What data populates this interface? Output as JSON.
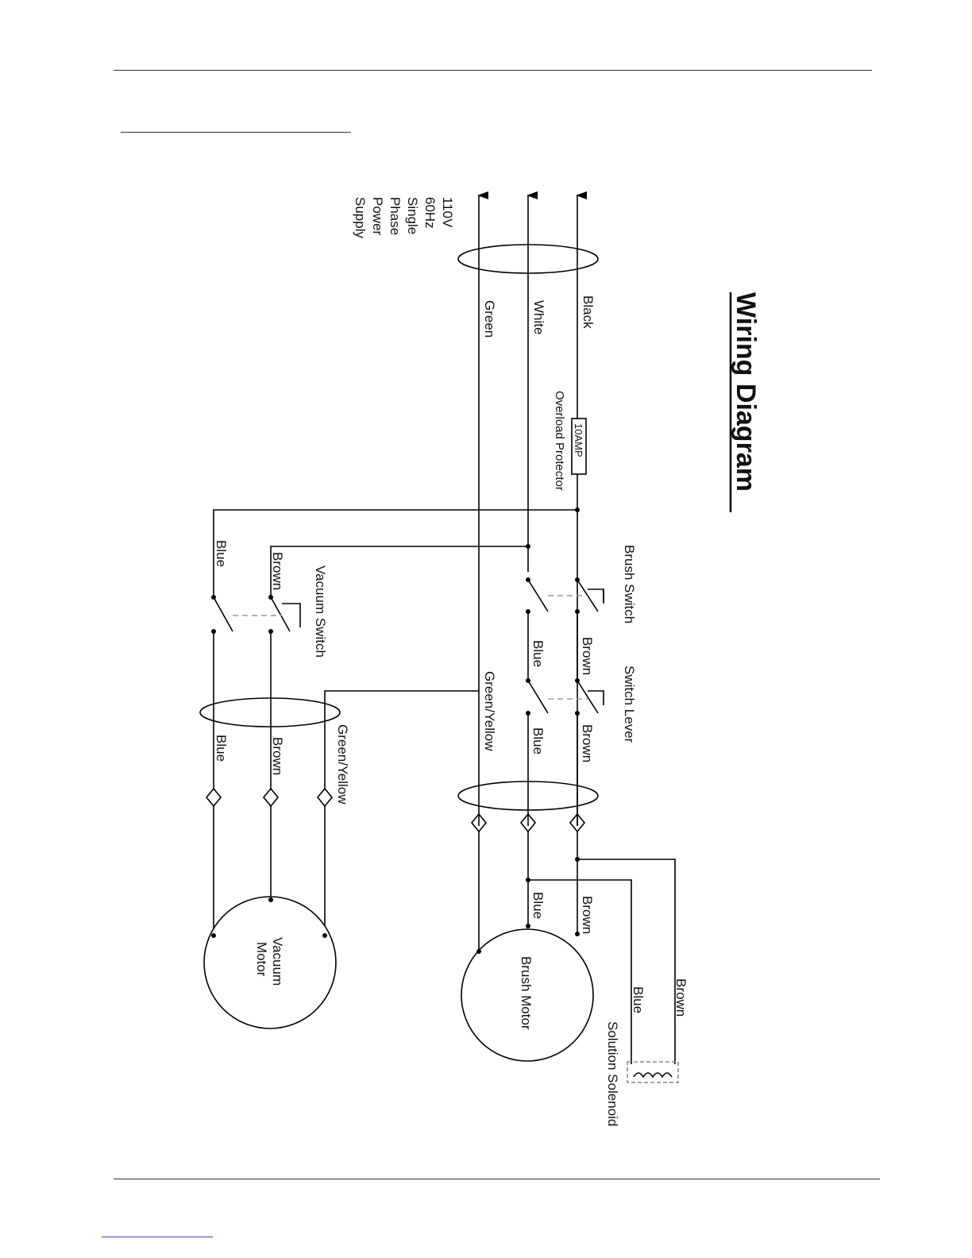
{
  "title": "Wiring Diagram",
  "power": {
    "lines": [
      "110V",
      "60Hz",
      "Single",
      "Phase",
      "Power",
      "Supply"
    ]
  },
  "wires": {
    "black": "Black",
    "white": "White",
    "green": "Green",
    "green_yellow": "Green/Yellow",
    "brown": "Brown",
    "blue": "Blue"
  },
  "components": {
    "overload_rating": "10AMP",
    "overload_label": "Overload Protector",
    "brush_switch": "Brush Switch",
    "switch_lever": "Switch Lever",
    "vacuum_switch": "Vacuum Switch",
    "brush_motor": "Brush Motor",
    "vacuum_motor_line1": "Vacuum",
    "vacuum_motor_line2": "Motor",
    "solution_solenoid": "Solution Solenoid"
  }
}
